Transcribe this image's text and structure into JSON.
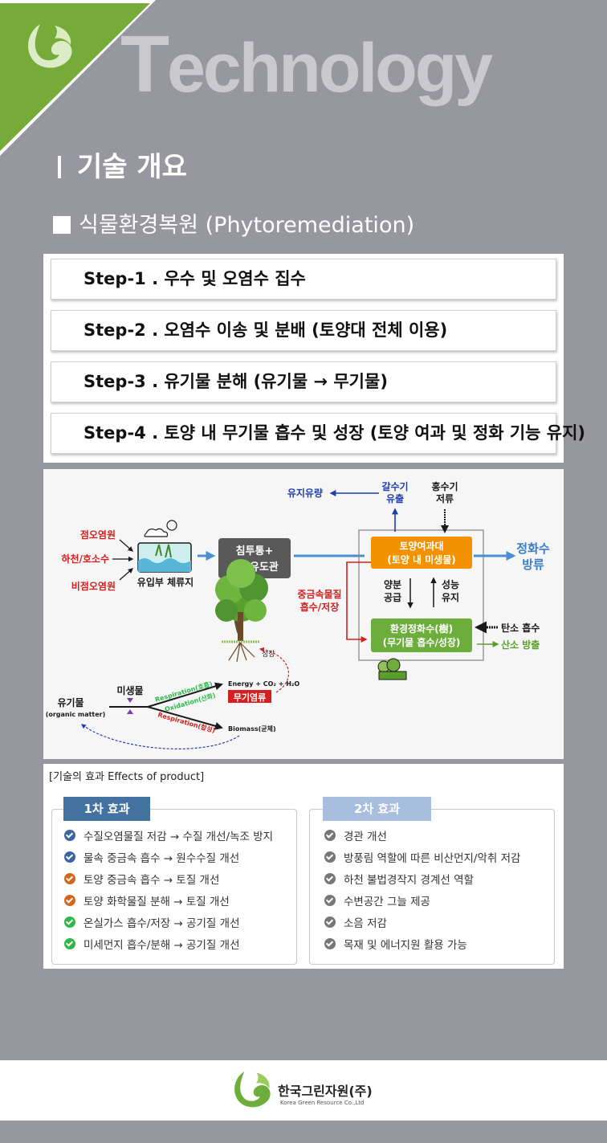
{
  "header": {
    "title_first": "T",
    "title_rest": "echnology"
  },
  "section_title": "기술 개요",
  "subtitle": "식물환경복원 (Phytoremediation)",
  "steps": [
    "Step-1 . 우수 및 오염수 집수",
    "Step-2 . 오염수 이송 및 분배 (토양대 전체 이용)",
    "Step-3 . 유기물 분해 (유기물 → 무기물)",
    "Step-4 . 토양 내 무기물 흡수 및 성장 (토양 여과 및 정화 기능 유지)"
  ],
  "diagram": {
    "sources": [
      "점오염원",
      "하천/호소수",
      "비점오염원"
    ],
    "inlet": "유입부 체류지",
    "infiltration": [
      "침투통+",
      "침투유도관"
    ],
    "dry_flow": "유지유량",
    "dry_season": [
      "갈수기",
      "유출"
    ],
    "flood_season": [
      "홍수기",
      "저류"
    ],
    "soil_filter": [
      "토양여과대",
      "(토양 내 미생물)"
    ],
    "clean_water": [
      "정화수",
      "방류"
    ],
    "heavy_metal": [
      "중금속물질",
      "흡수/저장"
    ],
    "nutrient": [
      "양분",
      "공급"
    ],
    "performance": [
      "성능",
      "유지"
    ],
    "plant_box": [
      "환경정화수(樹)",
      "(무기물 흡수/성장)"
    ],
    "carbon": "탄소 흡수",
    "oxygen": "산소 방출",
    "growth": "성장",
    "organic": "유기물",
    "organic_en": "(organic matter)",
    "microbe": "미생물",
    "resp1": "Respiration(호흡)",
    "oxid": "Oxidation(산화)",
    "resp2": "Respiration(합성)",
    "energy": "Energy + CO₂ + H₂O",
    "inorganic": "무기염류",
    "biomass": "Biomass(균체)"
  },
  "effects": {
    "title": "[기술의 효과 Effects of product]",
    "primary": {
      "label": "1차 효과",
      "items": [
        {
          "text": "수질오염물질 저감 → 수질 개선/녹조 방지",
          "color": "#3c64a0"
        },
        {
          "text": "물속 중금속 흡수 → 원수수질 개선",
          "color": "#3c64a0"
        },
        {
          "text": "토양 중금속 흡수 → 토질 개선",
          "color": "#d4661c"
        },
        {
          "text": "토양 화학물질 분해 → 토질 개선",
          "color": "#d4661c"
        },
        {
          "text": "온실가스 흡수/저장 → 공기질 개선",
          "color": "#2eb84a"
        },
        {
          "text": "미세먼지 흡수/분해 → 공기질 개선",
          "color": "#2eb84a"
        }
      ]
    },
    "secondary": {
      "label": "2차 효과",
      "items": [
        {
          "text": "경관 개선",
          "color": "#777777"
        },
        {
          "text": "방풍림 역할에 따른 비산먼지/악취 저감",
          "color": "#777777"
        },
        {
          "text": "하천 불법경작지 경계선 역할",
          "color": "#777777"
        },
        {
          "text": "수변공간 그늘 제공",
          "color": "#777777"
        },
        {
          "text": "소음 저감",
          "color": "#777777"
        },
        {
          "text": "목재 및 에너지원 활용 가능",
          "color": "#777777"
        }
      ]
    }
  },
  "footer": {
    "company": "한국그린자원(주)",
    "company_en": "Korea Green Resource Co.,Ltd"
  },
  "colors": {
    "green": "#76ab3a",
    "orange": "#f39200",
    "plant_green": "#6cad3c",
    "blue": "#4a90d0"
  }
}
